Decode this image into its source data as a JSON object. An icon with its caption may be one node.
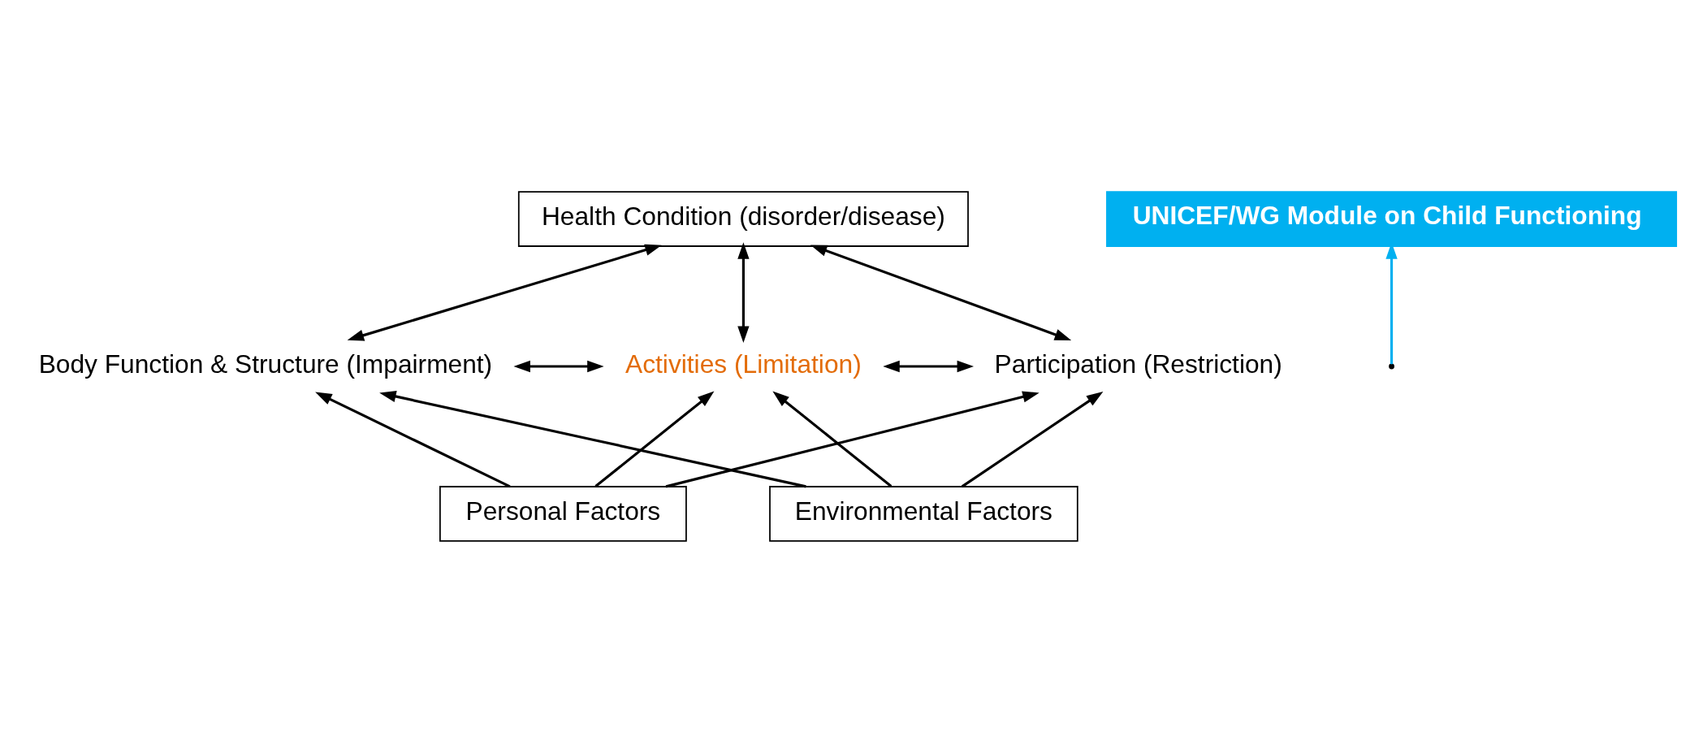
{
  "diagram": {
    "nodes": [
      {
        "text": [
          "Health Condition (disorder/disease)"
        ]
      },
      {
        "text": [
          "Body Function & Structure (Impairment)"
        ]
      },
      {
        "text": [
          "Activities (Limitation)"
        ]
      },
      {
        "text": [
          "Participation (Restriction)"
        ]
      },
      {
        "text": [
          "Personal Factors"
        ]
      },
      {
        "text": [
          "Environmental Factors"
        ]
      },
      {
        "text": [
          "UNICEF/WG Module on Child Functioning"
        ]
      }
    ],
    "edges": [
      {
        "from": 0,
        "to": 1,
        "arrow": "both"
      },
      {
        "from": 0,
        "to": 2,
        "arrow": "both"
      },
      {
        "from": 0,
        "to": 3,
        "arrow": "both"
      },
      {
        "from": 1,
        "to": 2,
        "arrow": "both"
      },
      {
        "from": 2,
        "to": 3,
        "arrow": "both"
      },
      {
        "from": 4,
        "to": 1,
        "arrow": "to"
      },
      {
        "from": 4,
        "to": 2,
        "arrow": "to"
      },
      {
        "from": 4,
        "to": 3,
        "arrow": "to"
      },
      {
        "from": 5,
        "to": 1,
        "arrow": "to"
      },
      {
        "from": 5,
        "to": 2,
        "arrow": "to"
      },
      {
        "from": 5,
        "to": 3,
        "arrow": "to"
      },
      {
        "from": null,
        "to": 6,
        "arrow": "to",
        "color": "#00b0f0"
      }
    ]
  }
}
